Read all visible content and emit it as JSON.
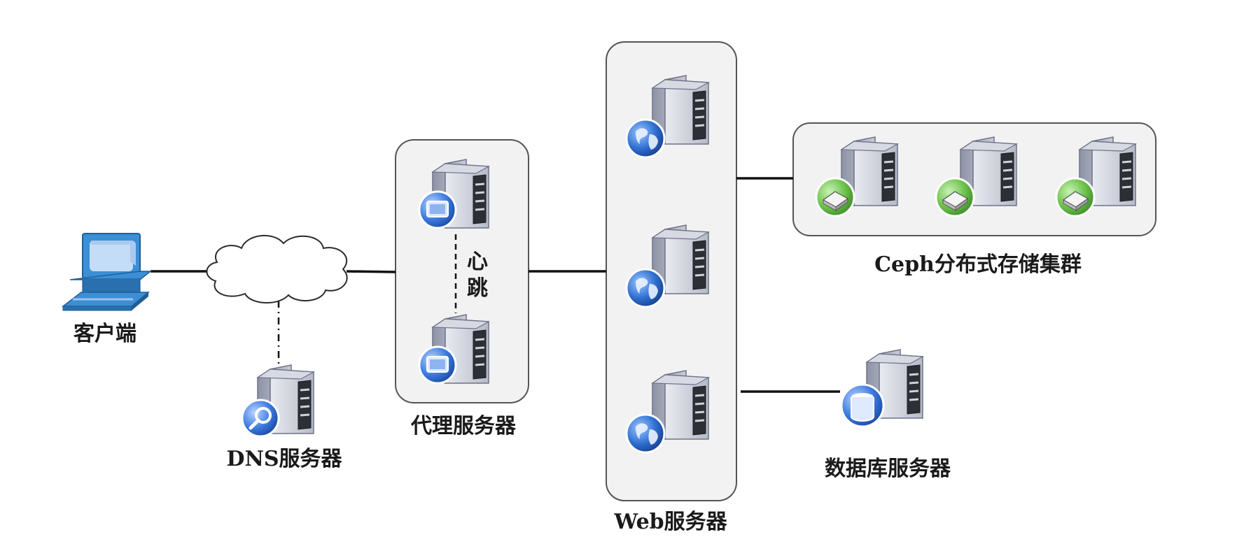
{
  "labels": {
    "client": "客户端",
    "dns": "DNS服务器",
    "proxy": "代理服务器",
    "heartbeat_1": "心",
    "heartbeat_2": "跳",
    "web": "Web服务器",
    "ceph": "Ceph分布式存储集群",
    "database": "数据库服务器"
  },
  "icons": {
    "client": "desktop-computer-icon",
    "network": "cloud-icon",
    "dns": "dns-search-server-icon",
    "proxy": "proxy-server-icon",
    "web": "web-globe-server-icon",
    "ceph": "storage-scanner-server-icon",
    "database": "database-server-icon"
  },
  "colors": {
    "line": "#111111",
    "group_fill": "#f2f2f2",
    "group_border": "#555555",
    "server_body": "#b8bcc8",
    "globe": "#2f6fd1",
    "storage_badge": "#6cc24a",
    "db_badge": "#2a63c7",
    "client_blue": "#3b8fd4"
  }
}
